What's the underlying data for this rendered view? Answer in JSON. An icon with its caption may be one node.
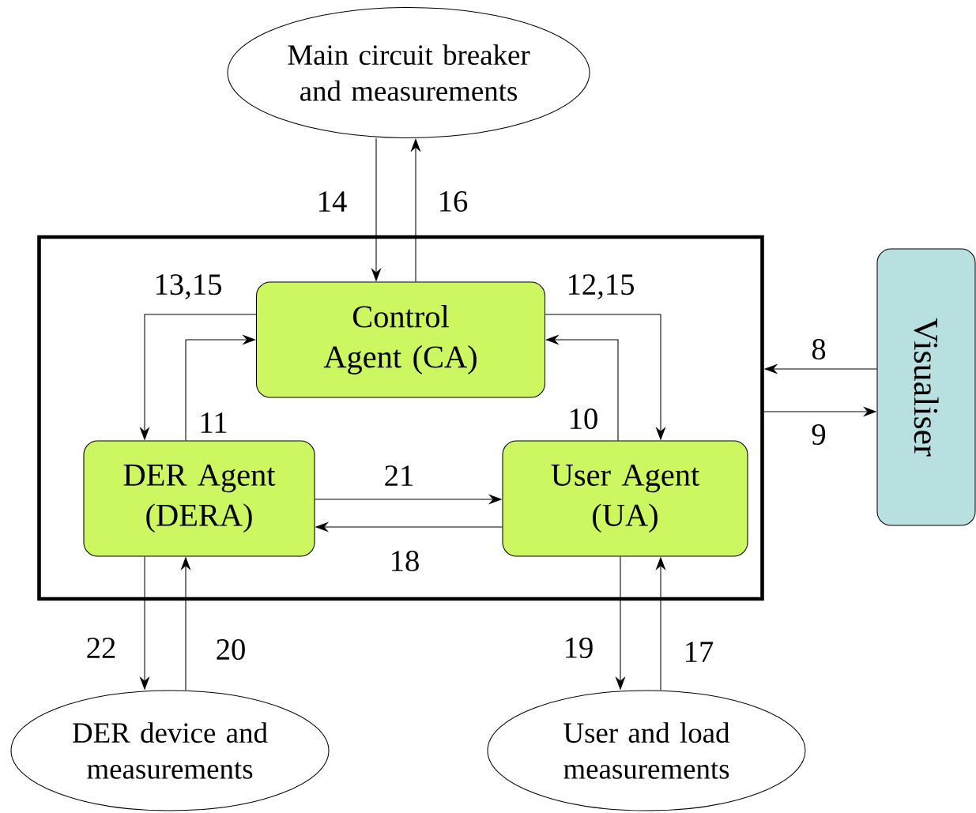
{
  "diagram": {
    "nodes": [
      {
        "text": [
          "Main circuit breaker and measurements"
        ]
      },
      {
        "text": [],
        "shape": "box"
      },
      {
        "text": [
          "Control Agent (CA)"
        ],
        "in": 1
      },
      {
        "text": [
          "DER Agent (DERA)"
        ],
        "in": 1
      },
      {
        "text": [
          "User Agent (UA)"
        ],
        "in": 1
      },
      {
        "text": [
          "Visualiser"
        ]
      },
      {
        "text": [
          "DER device and measurements"
        ]
      },
      {
        "text": [
          "User and load measurements"
        ]
      }
    ],
    "edges": [
      {
        "from": 0,
        "to": 2,
        "arrow": "to",
        "label": "14"
      },
      {
        "from": 2,
        "to": 0,
        "arrow": "to",
        "label": "16"
      },
      {
        "from": 2,
        "to": 3,
        "arrow": "to",
        "label": "13,15"
      },
      {
        "from": 3,
        "to": 2,
        "arrow": "to",
        "label": "11"
      },
      {
        "from": 2,
        "to": 4,
        "arrow": "to",
        "label": "12,15"
      },
      {
        "from": 4,
        "to": 2,
        "arrow": "to",
        "label": "10"
      },
      {
        "from": 5,
        "to": 1,
        "arrow": "to",
        "label": "8"
      },
      {
        "from": 1,
        "to": 5,
        "arrow": "to",
        "label": "9"
      },
      {
        "from": 3,
        "to": 4,
        "arrow": "to",
        "label": "21"
      },
      {
        "from": 4,
        "to": 3,
        "arrow": "to",
        "label": "18"
      },
      {
        "from": 3,
        "to": 6,
        "arrow": "to",
        "label": "22"
      },
      {
        "from": 6,
        "to": 3,
        "arrow": "to",
        "label": "20"
      },
      {
        "from": 4,
        "to": 7,
        "arrow": "to",
        "label": "19"
      },
      {
        "from": 7,
        "to": 4,
        "arrow": "to",
        "label": "17"
      }
    ]
  }
}
